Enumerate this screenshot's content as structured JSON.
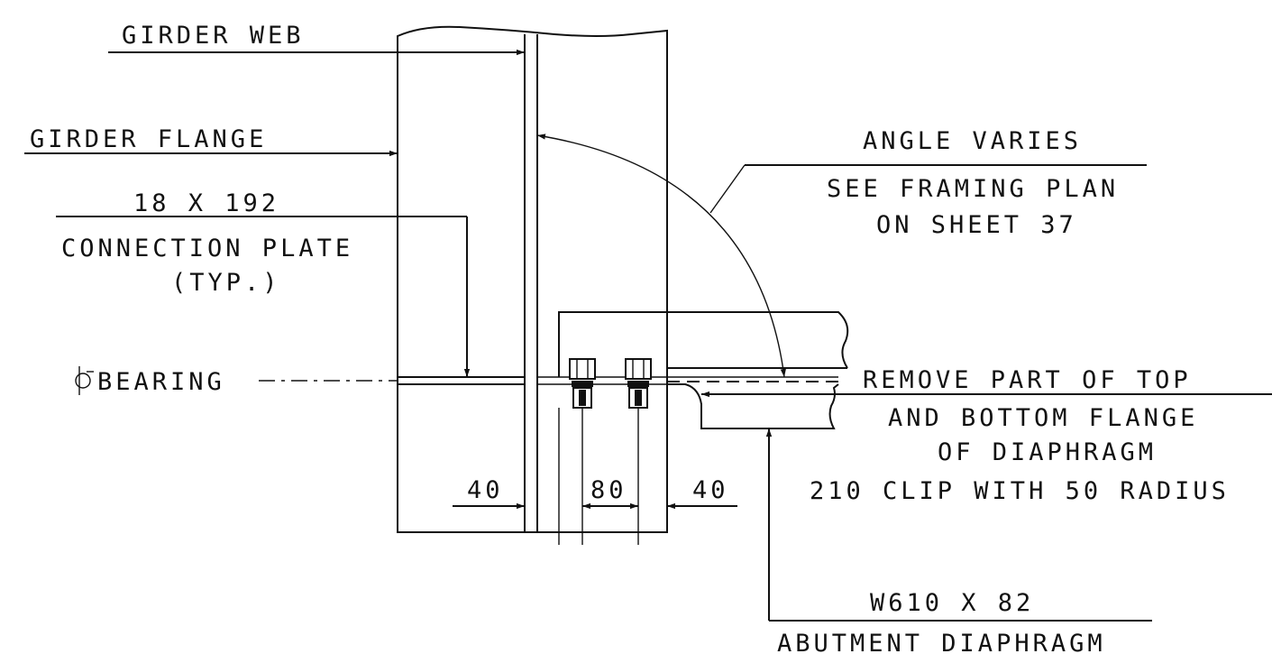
{
  "labels": {
    "girder_web": "GIRDER WEB",
    "girder_flange": "GIRDER FLANGE",
    "plate_size": "18 X 192",
    "connection_plate": "CONNECTION PLATE",
    "typ": "(TYP.)",
    "bearing": "BEARING",
    "angle_varies": "ANGLE VARIES",
    "see_framing_plan": "SEE FRAMING PLAN",
    "on_sheet": "ON SHEET 37",
    "remove_part": "REMOVE PART OF TOP",
    "and_bottom_flange": "AND BOTTOM FLANGE",
    "of_diaphragm": "OF DIAPHRAGM",
    "clip_radius": "210 CLIP WITH 50 RADIUS",
    "diaphragm_size": "W610 X 82",
    "abutment_diaphragm": "ABUTMENT DIAPHRAGM"
  },
  "dimensions": {
    "left_edge": "40",
    "bolt_spacing": "80",
    "right_edge": "40"
  },
  "symbols": {
    "centerline": "centerline-symbol"
  }
}
